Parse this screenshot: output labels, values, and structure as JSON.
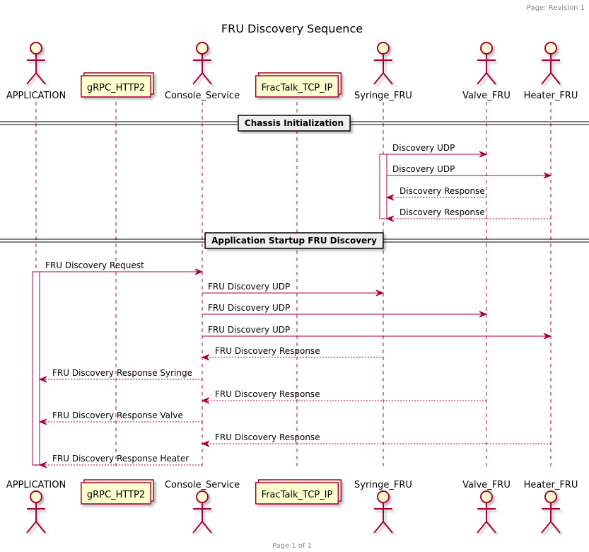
{
  "header": {
    "page_label": "Page: Revision 1"
  },
  "title": "FRU Discovery Sequence",
  "footer": {
    "page_label": "Page 1 of 1"
  },
  "colors": {
    "arrow": "#a80036",
    "actor_fill": "#fefece",
    "box_fill": "#fefece",
    "box_stroke": "#a80036",
    "lifeline": "#a80036"
  },
  "participants": [
    {
      "id": "APPLICATION",
      "label": "APPLICATION",
      "kind": "actor"
    },
    {
      "id": "gRPC_HTTP2",
      "label": "gRPC_HTTP2",
      "kind": "collections"
    },
    {
      "id": "Console_Service",
      "label": "Console_Service",
      "kind": "actor"
    },
    {
      "id": "FracTalk_TCP_IP",
      "label": "FracTalk_TCP_IP",
      "kind": "collections"
    },
    {
      "id": "Syringe_FRU",
      "label": "Syringe_FRU",
      "kind": "actor"
    },
    {
      "id": "Valve_FRU",
      "label": "Valve_FRU",
      "kind": "actor"
    },
    {
      "id": "Heater_FRU",
      "label": "Heater_FRU",
      "kind": "actor"
    }
  ],
  "dividers": [
    {
      "label": "Chassis Initialization"
    },
    {
      "label": "Application Startup FRU Discovery"
    }
  ],
  "messages": [
    {
      "from": "Syringe_FRU",
      "to": "Valve_FRU",
      "label": "Discovery UDP",
      "dashed": false
    },
    {
      "from": "Syringe_FRU",
      "to": "Heater_FRU",
      "label": "Discovery UDP",
      "dashed": false
    },
    {
      "from": "Valve_FRU",
      "to": "Syringe_FRU",
      "label": "Discovery Response",
      "dashed": true
    },
    {
      "from": "Heater_FRU",
      "to": "Syringe_FRU",
      "label": "Discovery Response",
      "dashed": true
    },
    {
      "from": "APPLICATION",
      "to": "Console_Service",
      "label": "FRU Discovery Request",
      "dashed": false
    },
    {
      "from": "Console_Service",
      "to": "Syringe_FRU",
      "label": "FRU Discovery UDP",
      "dashed": false
    },
    {
      "from": "Console_Service",
      "to": "Valve_FRU",
      "label": "FRU Discovery UDP",
      "dashed": false
    },
    {
      "from": "Console_Service",
      "to": "Heater_FRU",
      "label": "FRU Discovery UDP",
      "dashed": false
    },
    {
      "from": "Syringe_FRU",
      "to": "Console_Service",
      "label": "FRU Discovery Response",
      "dashed": true
    },
    {
      "from": "Console_Service",
      "to": "APPLICATION",
      "label": "FRU Discovery Response Syringe",
      "dashed": true
    },
    {
      "from": "Valve_FRU",
      "to": "Console_Service",
      "label": "FRU Discovery Response",
      "dashed": true
    },
    {
      "from": "Console_Service",
      "to": "APPLICATION",
      "label": "FRU Discovery Response Valve",
      "dashed": true
    },
    {
      "from": "Heater_FRU",
      "to": "Console_Service",
      "label": "FRU Discovery Response",
      "dashed": true
    },
    {
      "from": "Console_Service",
      "to": "APPLICATION",
      "label": "FRU Discovery Response Heater",
      "dashed": true
    }
  ]
}
